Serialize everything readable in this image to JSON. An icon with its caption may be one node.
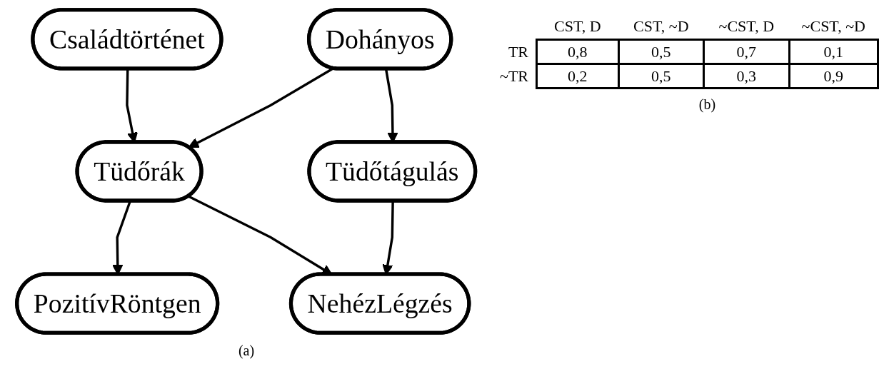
{
  "diagram": {
    "nodes": [
      {
        "text": [
          "Családtörténet"
        ]
      },
      {
        "text": [
          "Dohányos"
        ]
      },
      {
        "text": [
          "Tüdőrák"
        ]
      },
      {
        "text": [
          "Tüdőtágulás"
        ]
      },
      {
        "text": [
          "PozitívRöntgen"
        ]
      },
      {
        "text": [
          "NehézLégzés"
        ]
      }
    ],
    "edges": [
      {
        "from": 0,
        "to": 2,
        "arrow": "to"
      },
      {
        "from": 1,
        "to": 2,
        "arrow": "to"
      },
      {
        "from": 1,
        "to": 3,
        "arrow": "to"
      },
      {
        "from": 2,
        "to": 4,
        "arrow": "to"
      },
      {
        "from": 2,
        "to": 5,
        "arrow": "to"
      },
      {
        "from": 3,
        "to": 5,
        "arrow": "to"
      }
    ],
    "labels": [
      "CST, D",
      "CST, ~D",
      "~CST, D",
      "~CST, ~D",
      "TR",
      "0,8",
      "0,5",
      "0,7",
      "0,1",
      "~TR",
      "0,2",
      "0,5",
      "0,3",
      "0,9",
      "(b)",
      "(a)"
    ]
  }
}
